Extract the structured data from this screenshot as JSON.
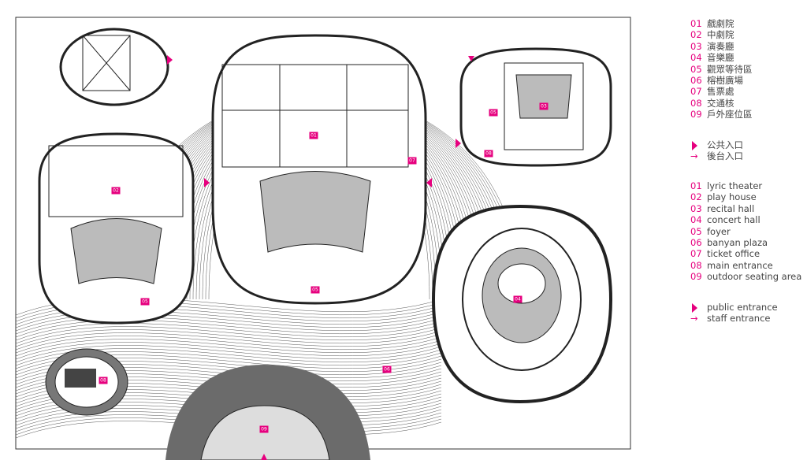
{
  "plan": {
    "labels": [
      "01",
      "02",
      "03",
      "04",
      "05",
      "05",
      "05",
      "06",
      "07",
      "08",
      "08",
      "09"
    ]
  },
  "legend_zh": {
    "items": [
      {
        "num": "01",
        "label": "戲劇院"
      },
      {
        "num": "02",
        "label": "中劇院"
      },
      {
        "num": "03",
        "label": "演奏廳"
      },
      {
        "num": "04",
        "label": "音樂廳"
      },
      {
        "num": "05",
        "label": "觀眾等待區"
      },
      {
        "num": "06",
        "label": "榕樹廣場"
      },
      {
        "num": "07",
        "label": "售票處"
      },
      {
        "num": "08",
        "label": "交通核"
      },
      {
        "num": "09",
        "label": "戶外座位區"
      }
    ],
    "public_entrance": "公共入口",
    "staff_entrance": "後台入口"
  },
  "legend_en": {
    "items": [
      {
        "num": "01",
        "label": "lyric theater"
      },
      {
        "num": "02",
        "label": "play house"
      },
      {
        "num": "03",
        "label": "recital hall"
      },
      {
        "num": "04",
        "label": "concert hall"
      },
      {
        "num": "05",
        "label": "foyer"
      },
      {
        "num": "06",
        "label": "banyan plaza"
      },
      {
        "num": "07",
        "label": "ticket office"
      },
      {
        "num": "08",
        "label": "main entrance"
      },
      {
        "num": "09",
        "label": "outdoor seating area"
      }
    ],
    "public_entrance": "public entrance",
    "staff_entrance": "staff entrance"
  },
  "colors": {
    "accent": "#e6007e",
    "line": "#222222"
  }
}
